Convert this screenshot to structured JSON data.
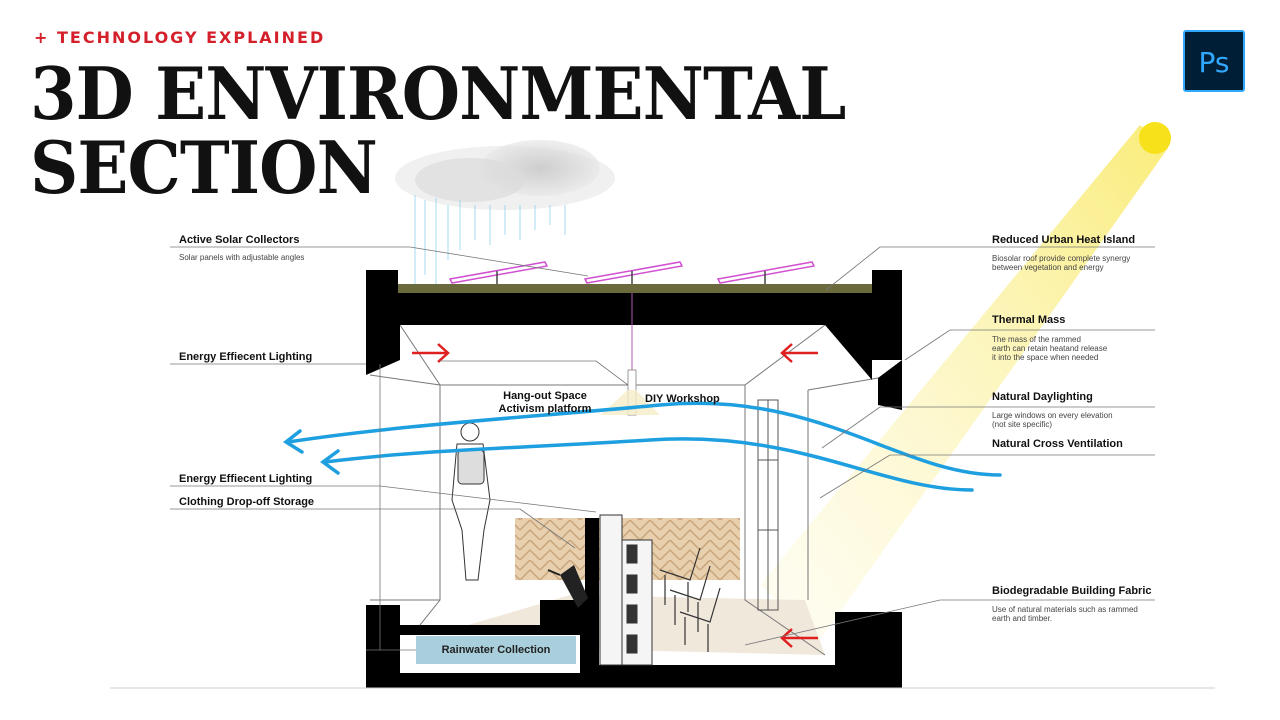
{
  "header": {
    "kicker": "+ TECHNOLOGY EXPLAINED",
    "title_line1": "3D ENVIRONMENTAL",
    "title_line2": "SECTION",
    "app_logo": "Ps"
  },
  "labels_left": [
    {
      "title": "Active Solar Collectors",
      "desc": "Solar panels with adjustable angles"
    },
    {
      "title": "Energy Effiecent Lighting",
      "desc": ""
    },
    {
      "title": "Energy Effiecent Lighting",
      "desc": ""
    },
    {
      "title": "Clothing Drop-off Storage",
      "desc": ""
    }
  ],
  "labels_right": [
    {
      "title": "Reduced Urban Heat Island",
      "desc": "Biosolar roof provide complete synergy\nbetween vegetation and energy"
    },
    {
      "title": "Thermal Mass",
      "desc": "The mass of the rammed\nearth can retain heatand release\nit into the space when needed"
    },
    {
      "title": "Natural Daylighting",
      "desc": "Large windows on every elevation\n(not site specific)"
    },
    {
      "title": "Natural Cross Ventilation",
      "desc": ""
    },
    {
      "title": "Biodegradable Building Fabric",
      "desc": "Use of natural materials such as rammed\nearth and timber."
    }
  ],
  "inner_labels": {
    "hangout": "Hang-out Space\nActivism platform",
    "diy": "DIY Workshop",
    "rainwater": "Rainwater Collection"
  },
  "colors": {
    "kicker": "#d4202a",
    "airflow": "#1e9fe0",
    "arrow_red": "#e02020",
    "sun": "#f7e11a",
    "sunbeam": "#fbf3b0",
    "structure": "#000000",
    "solar_panel": "#d14fd1",
    "green_roof": "#6b6a3c",
    "rain_tank": "#a9cfdc",
    "timber": "#e8cfae"
  },
  "icons": [
    "sun-icon",
    "cloud-icon",
    "photoshop-logo"
  ]
}
